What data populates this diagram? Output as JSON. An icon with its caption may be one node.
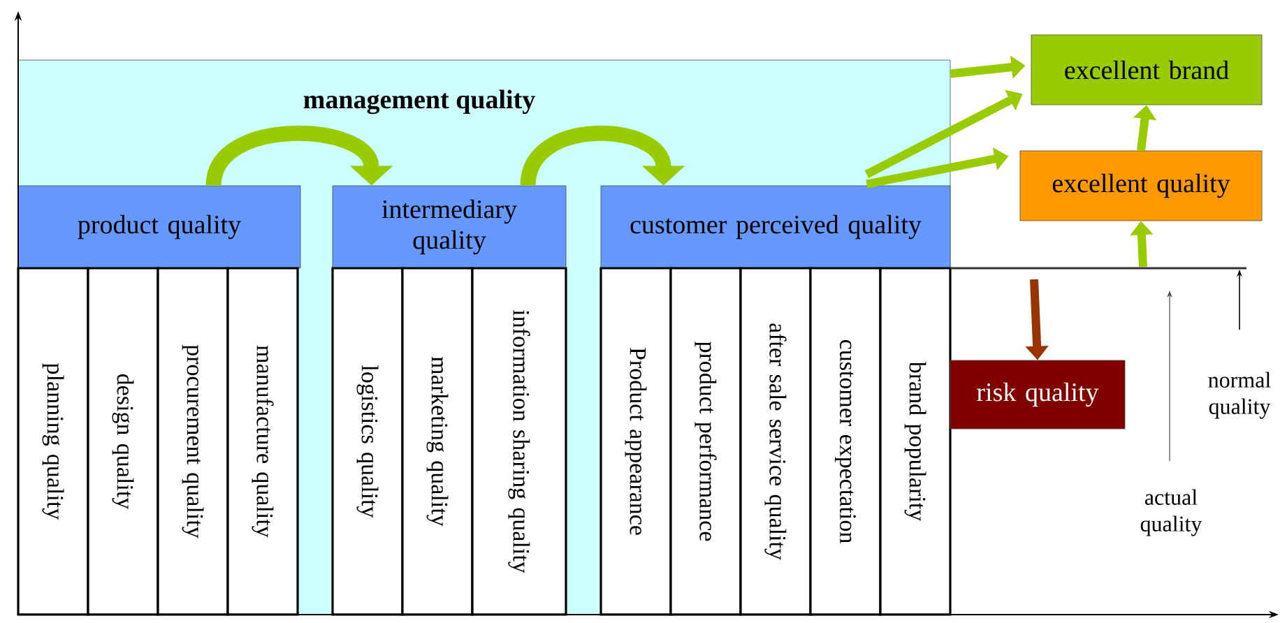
{
  "diagram": {
    "nodes": [
      {
        "text": [
          "management quality"
        ]
      },
      {
        "text": [
          "product quality"
        ],
        "in": 0
      },
      {
        "text": [
          "intermediary quality"
        ],
        "in": 0
      },
      {
        "text": [
          "customer perceived quality"
        ],
        "in": 0
      },
      {
        "text": [
          "planning quality"
        ],
        "in": 0
      },
      {
        "text": [
          "design quality"
        ],
        "in": 0
      },
      {
        "text": [
          "procurement quality"
        ],
        "in": 0
      },
      {
        "text": [
          "manufacture quality"
        ],
        "in": 0
      },
      {
        "text": [
          "logistics quality"
        ],
        "in": 0
      },
      {
        "text": [
          "marketing quality"
        ],
        "in": 0
      },
      {
        "text": [
          "information sharing quality"
        ],
        "in": 0
      },
      {
        "text": [
          "Product appearance"
        ],
        "in": 0
      },
      {
        "text": [
          "product performance"
        ],
        "in": 0
      },
      {
        "text": [
          "after sale service quality"
        ],
        "in": 0
      },
      {
        "text": [
          "customer expectation"
        ],
        "in": 0
      },
      {
        "text": [
          "brand popularity"
        ],
        "in": 0
      },
      {
        "text": [
          "excellent brand"
        ]
      },
      {
        "text": [
          "excellent quality"
        ]
      },
      {
        "text": [
          "risk quality"
        ]
      }
    ],
    "edges": [
      {
        "from": 1,
        "to": 2,
        "arrow": "to",
        "style": "thick"
      },
      {
        "from": 2,
        "to": 3,
        "arrow": "to",
        "style": "thick"
      },
      {
        "from": 0,
        "to": 16,
        "arrow": "to"
      },
      {
        "from": 3,
        "to": 16,
        "arrow": "to"
      },
      {
        "from": 3,
        "to": 17,
        "arrow": "to"
      },
      {
        "from": 17,
        "to": 16,
        "arrow": "to"
      },
      {
        "from": null,
        "to": 17,
        "arrow": "to"
      },
      {
        "from": null,
        "to": 18,
        "arrow": "to",
        "color": "#993300"
      }
    ],
    "labels": [
      "normal quality",
      "actual quality"
    ]
  }
}
